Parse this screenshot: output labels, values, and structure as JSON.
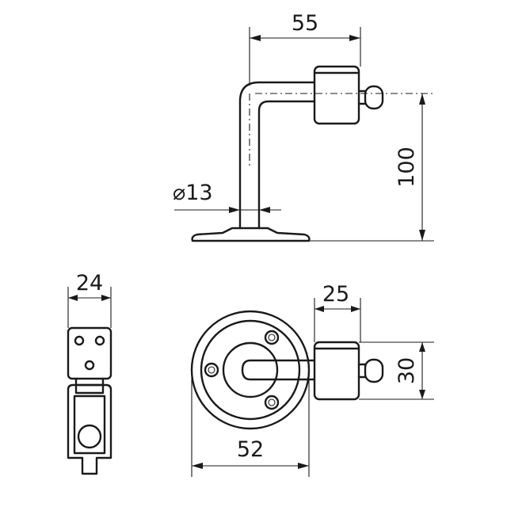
{
  "dimensions": {
    "arm_reach": "55",
    "height": "100",
    "tube_diameter": "⌀13",
    "bracket_width": "24",
    "stopper_length": "25",
    "stopper_width": "30",
    "base_diameter": "52"
  }
}
